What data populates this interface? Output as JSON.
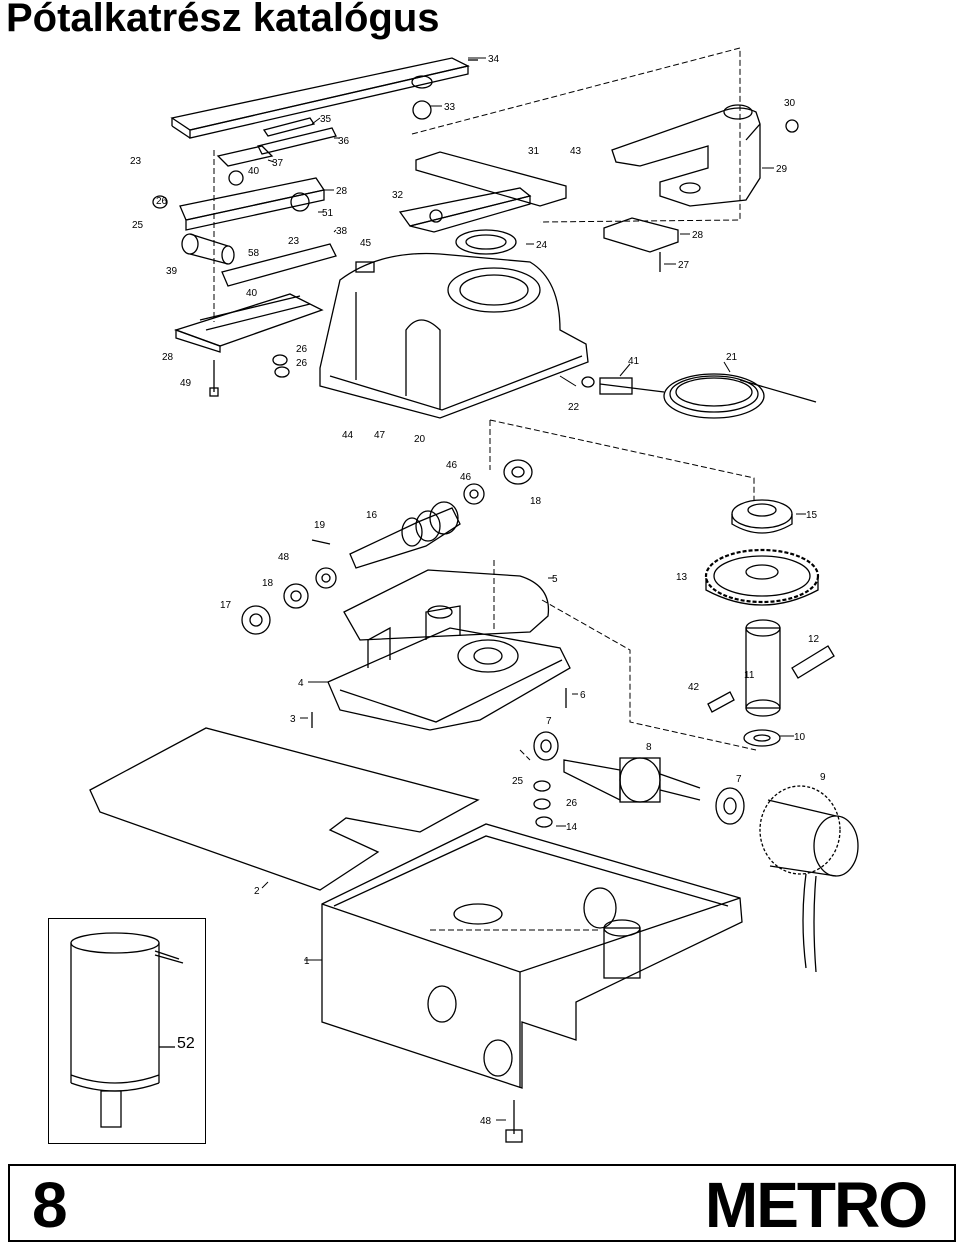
{
  "page_title": "Pótalkatrész katalógus",
  "part_labels": {
    "p1": "1",
    "p2": "2",
    "p3": "3",
    "p4": "4",
    "p5": "5",
    "p6": "6",
    "p7a": "7",
    "p7b": "7",
    "p8": "8",
    "p9": "9",
    "p10": "10",
    "p11": "11",
    "p12": "12",
    "p13": "13",
    "p14": "14",
    "p15": "15",
    "p16": "16",
    "p17": "17",
    "p18a": "18",
    "p18b": "18",
    "p19": "19",
    "p20": "20",
    "p21": "21",
    "p22": "22",
    "p23a": "23",
    "p23b": "23",
    "p24": "24",
    "p25a": "25",
    "p25b": "25",
    "p26a": "26",
    "p26b": "26",
    "p26c": "26",
    "p26d": "26",
    "p27": "27",
    "p28a": "28",
    "p28b": "28",
    "p28c": "28",
    "p29": "29",
    "p30": "30",
    "p31": "31",
    "p32": "32",
    "p33": "33",
    "p34": "34",
    "p35": "35",
    "p36": "36",
    "p37": "37",
    "p38": "38",
    "p39": "39",
    "p40a": "40",
    "p40b": "40",
    "p41": "41",
    "p42": "42",
    "p43": "43",
    "p44": "44",
    "p45": "45",
    "p46a": "46",
    "p46b": "46",
    "p47": "47",
    "p48a": "48",
    "p48b": "48",
    "p49": "49",
    "p51": "51",
    "p58": "58"
  },
  "inset_label": "52",
  "footer": {
    "page_number": "8",
    "brand": "METRO"
  }
}
